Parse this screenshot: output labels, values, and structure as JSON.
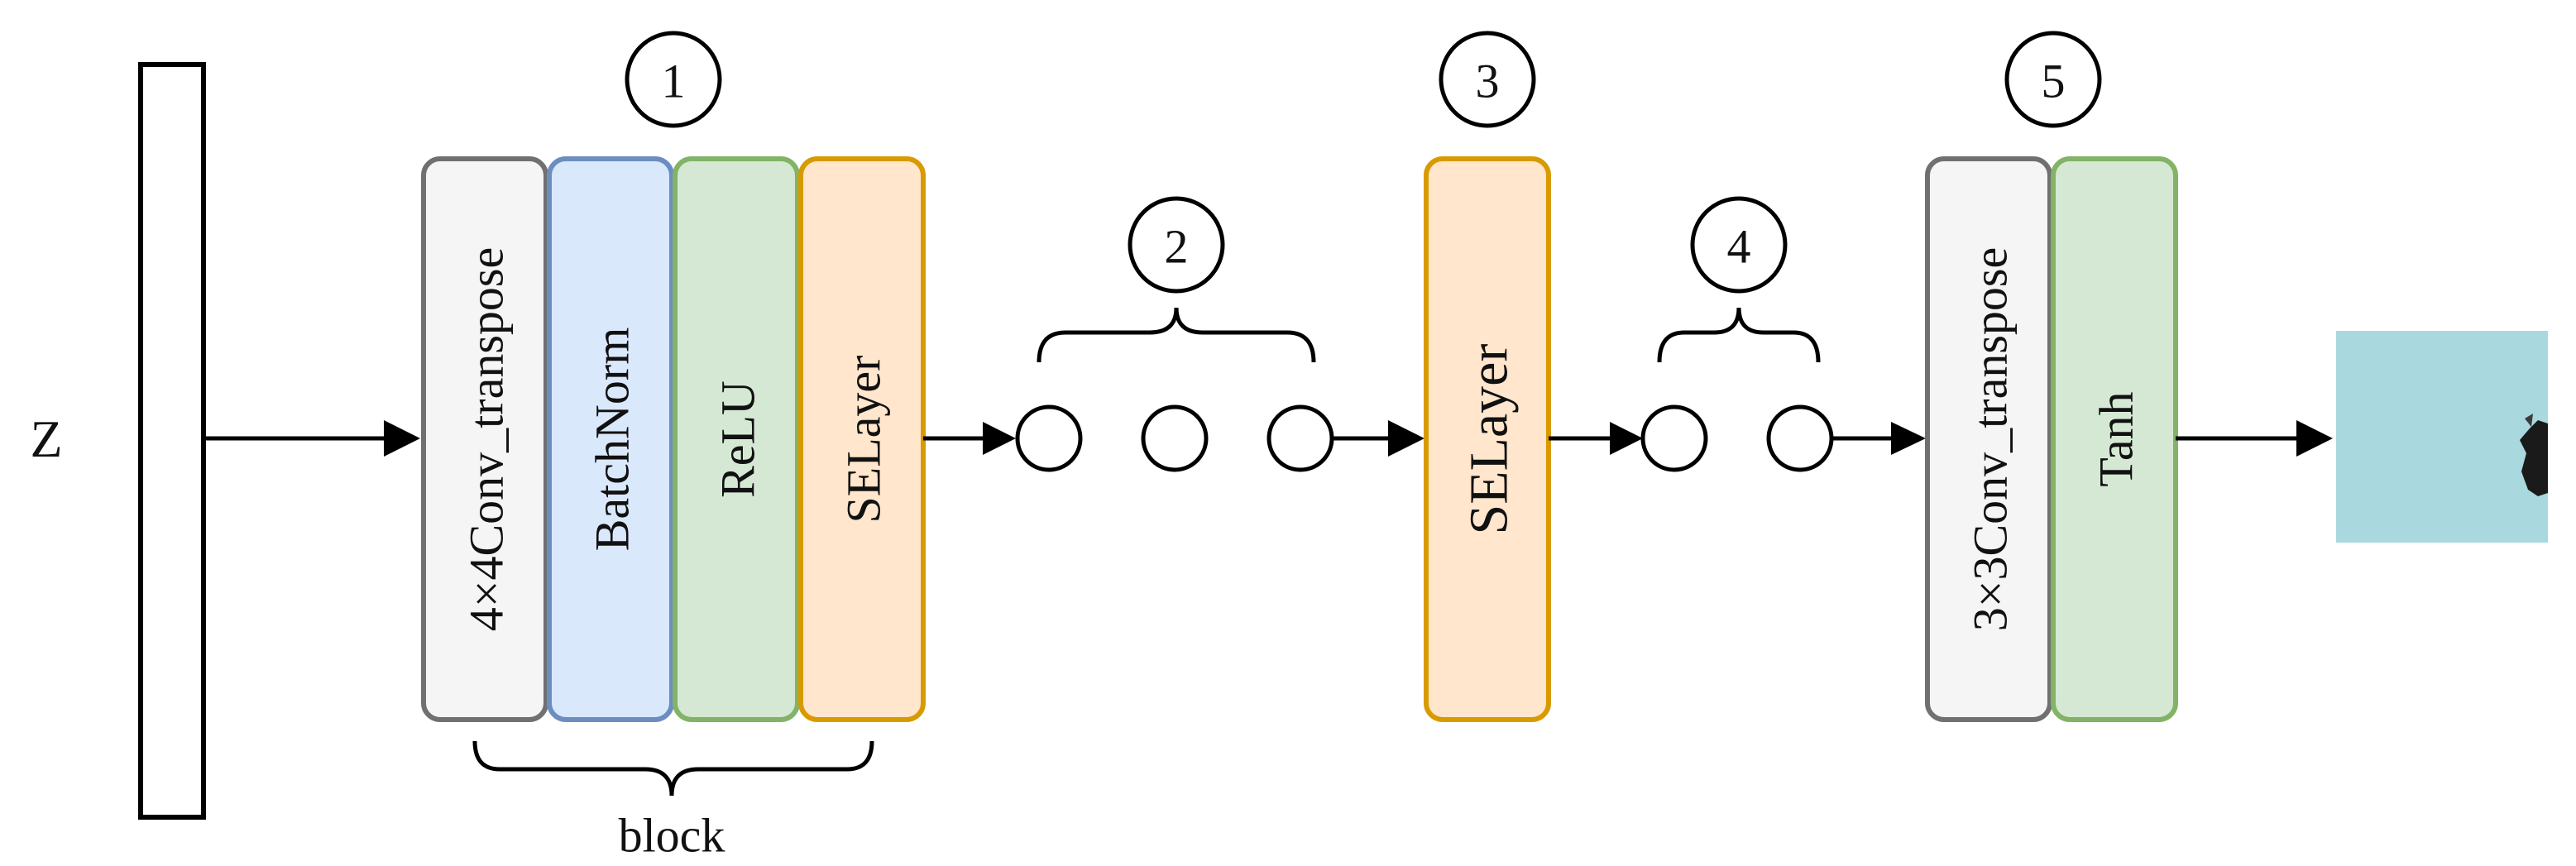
{
  "input_label": "Z",
  "block_label": "block",
  "step_markers": [
    "1",
    "2",
    "3",
    "4",
    "5"
  ],
  "layers": {
    "conv_4x4": "4×4Conv_transpose",
    "batchnorm": "BatchNorm",
    "relu": "ReLU",
    "selayer_block": "SELayer",
    "selayer_mid": "SELayer",
    "conv_3x3": "3×3Conv_transpose",
    "tanh": "Tanh"
  },
  "colors": {
    "conv_fill": "#f5f5f5",
    "conv_stroke": "#707070",
    "batchnorm_fill": "#dae8fc",
    "batchnorm_stroke": "#6c8ebf",
    "relu_fill": "#d5e8d4",
    "relu_stroke": "#82b366",
    "selayer_fill": "#ffe6cc",
    "selayer_stroke": "#d79b00",
    "output_image": "#a9d8df"
  }
}
